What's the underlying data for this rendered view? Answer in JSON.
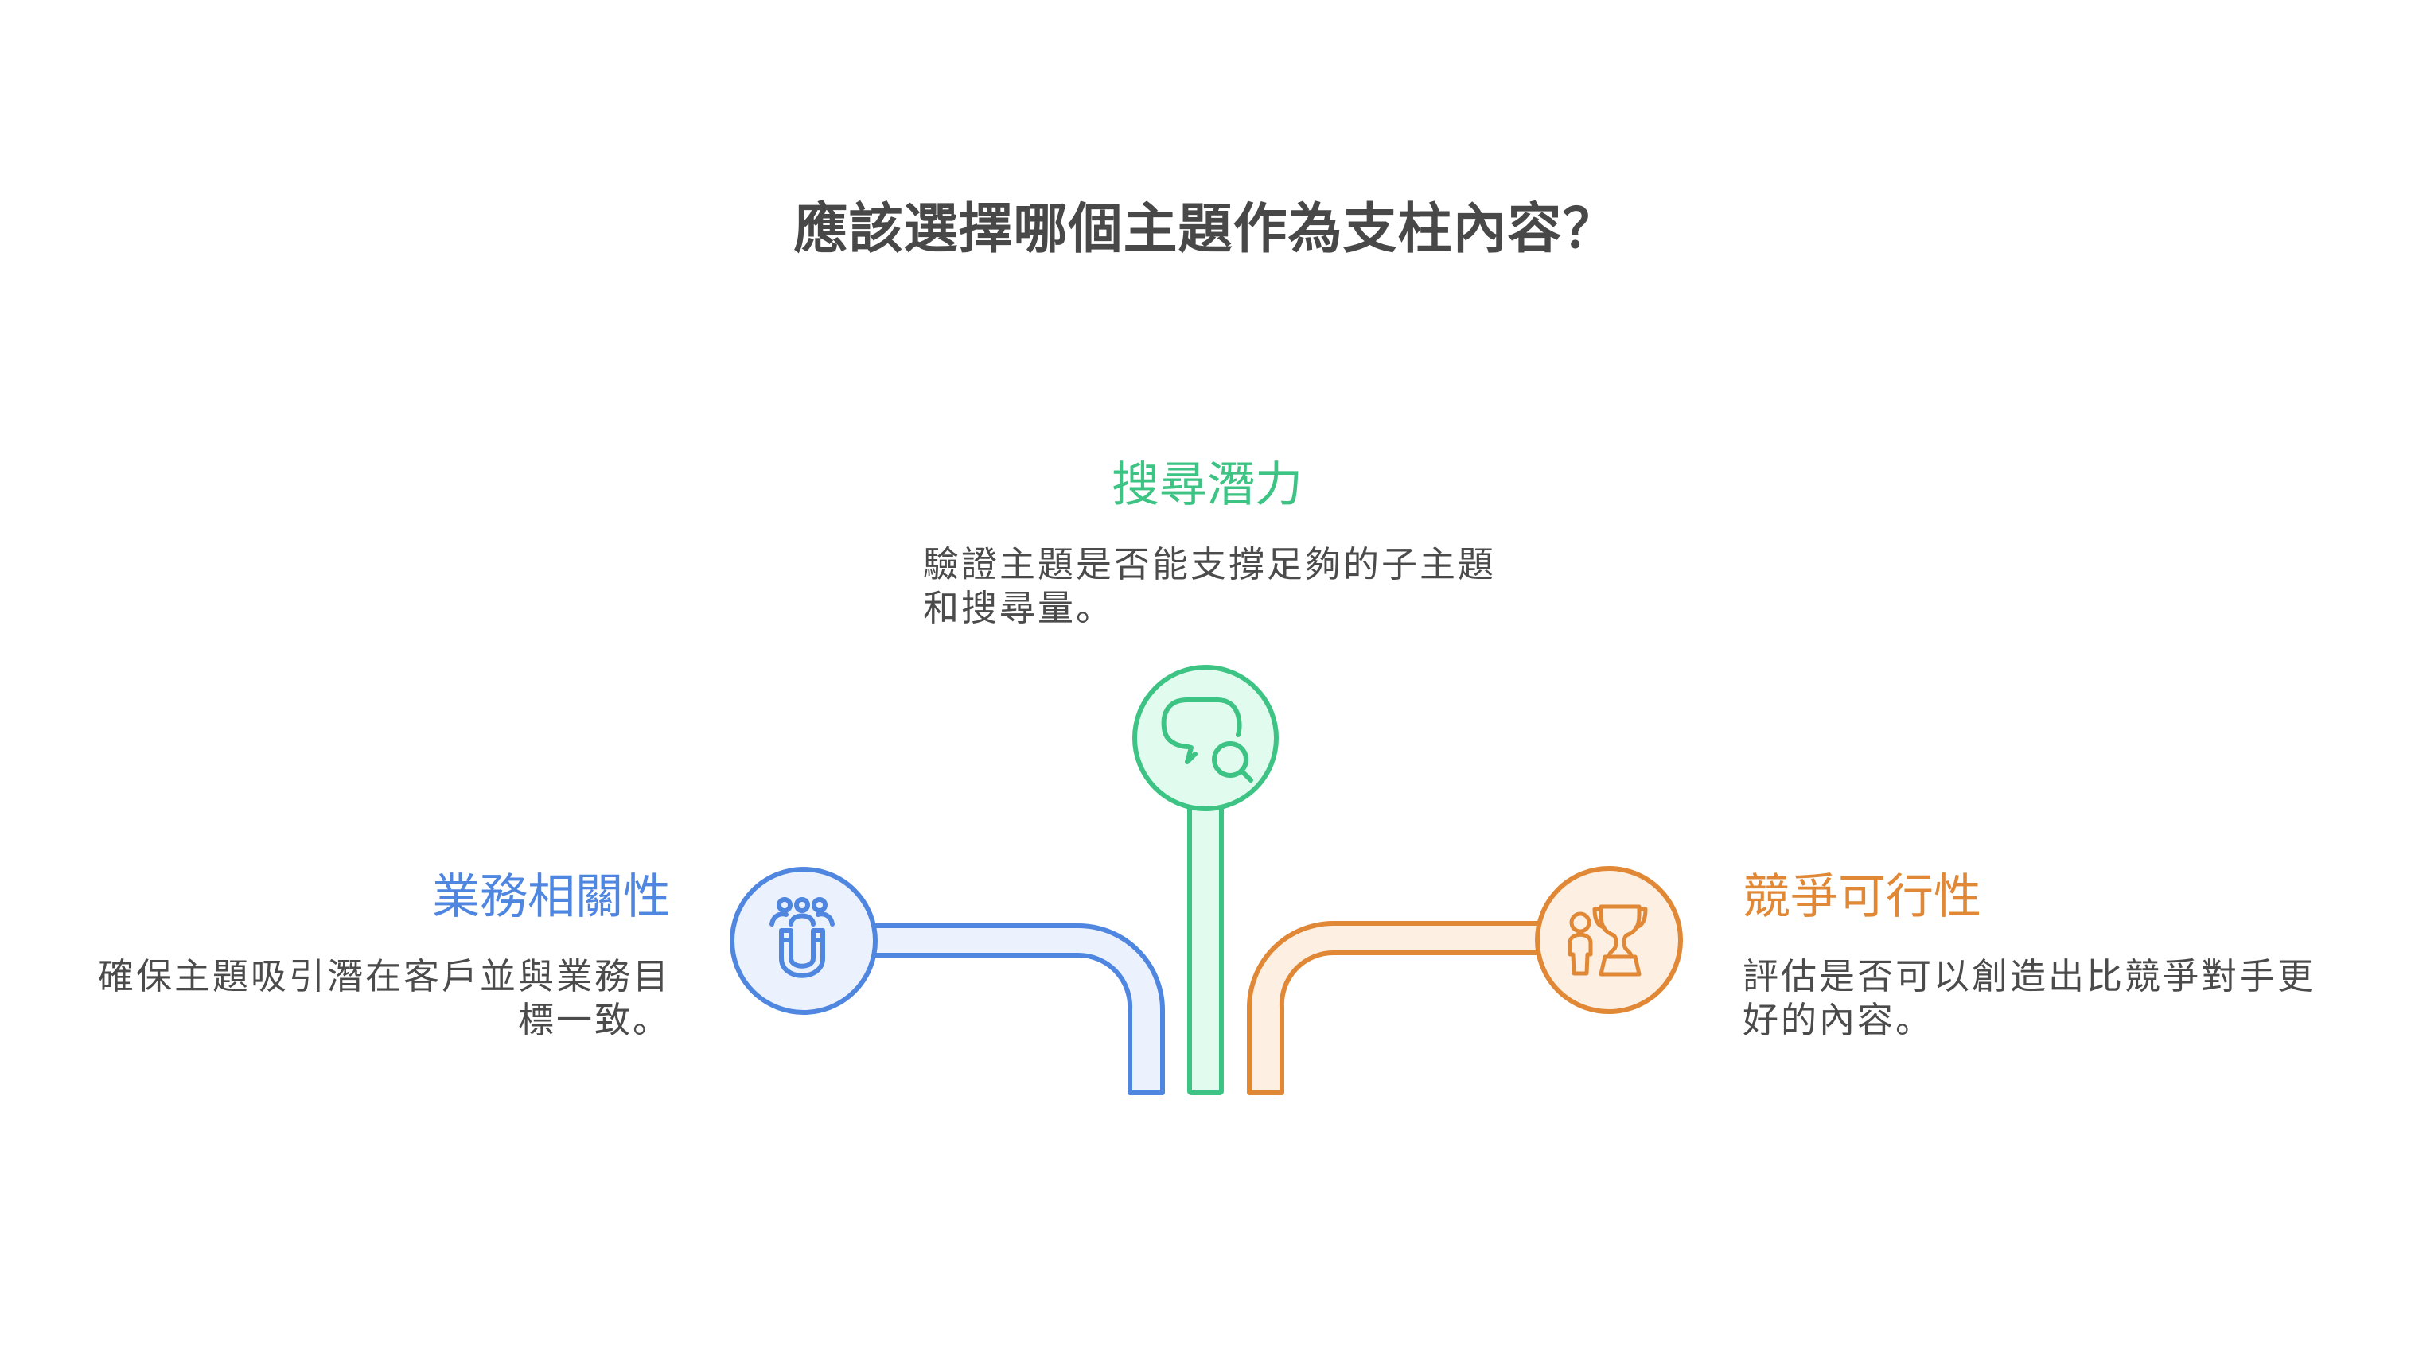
{
  "title": "應該選擇哪個主題作為支柱內容？",
  "colors": {
    "green": "#3DC383",
    "green_fill": "#E2FBEF",
    "blue": "#4F86E0",
    "blue_fill": "#ECF2FD",
    "orange": "#E08835",
    "orange_fill": "#FDF0E3",
    "text": "#4B4B4B"
  },
  "options": [
    {
      "id": "search-potential",
      "label": "搜尋潛力",
      "description_lines": [
        "驗證主題是否能支撐足夠的子主題",
        "和搜尋量。"
      ],
      "icon": "chat-search-icon",
      "color": "green"
    },
    {
      "id": "business-relevance",
      "label": "業務相關性",
      "description_lines": [
        "確保主題吸引潛在客戶並與業務目",
        "標一致。"
      ],
      "icon": "people-magnet-icon",
      "color": "blue"
    },
    {
      "id": "competitive-feasibility",
      "label": "競爭可行性",
      "description_lines": [
        "評估是否可以創造出比競爭對手更",
        "好的內容。"
      ],
      "icon": "person-trophy-icon",
      "color": "orange"
    }
  ]
}
